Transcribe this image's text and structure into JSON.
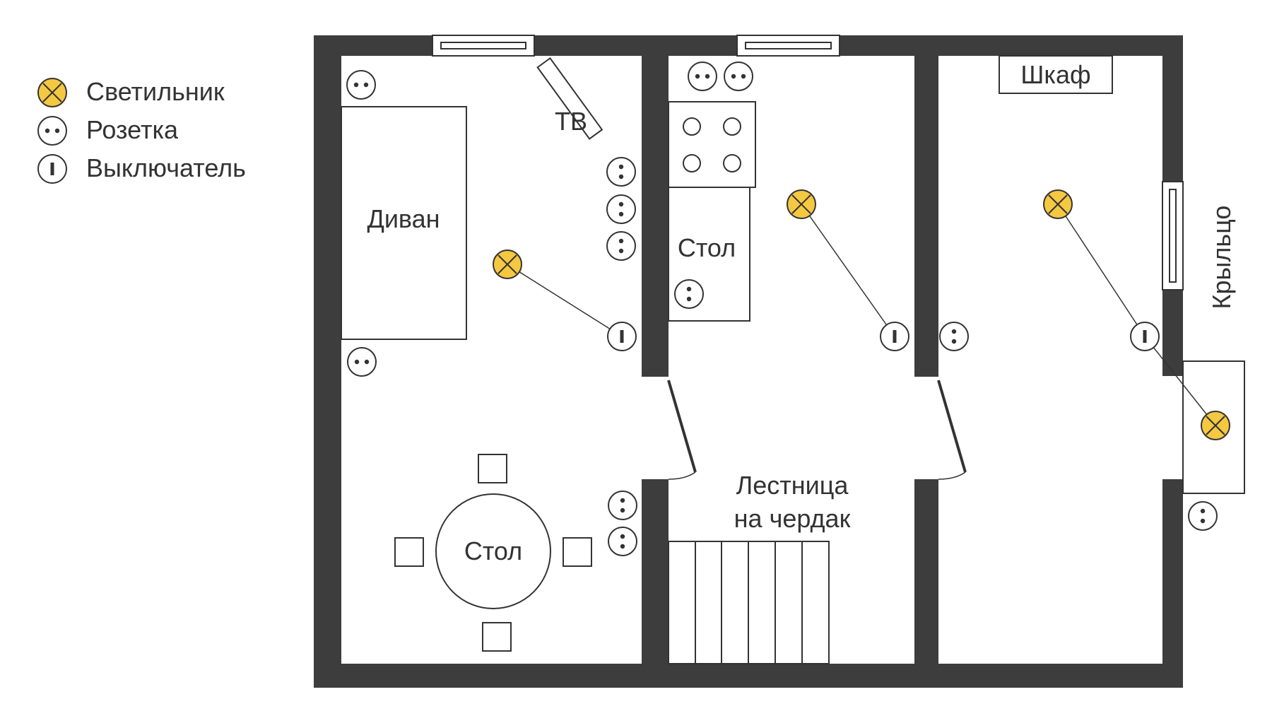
{
  "legend": {
    "lamp": "Светильник",
    "socket": "Розетка",
    "switch": "Выключатель"
  },
  "labels": {
    "sofa": "Диван",
    "tv": "ТВ",
    "kitchen_table": "Стол",
    "dining_table": "Стол",
    "wardrobe": "Шкаф",
    "stairs_line1": "Лестница",
    "stairs_line2": "на чердак",
    "porch": "Крыльцо"
  },
  "colors": {
    "wall": "#3d3d3d",
    "lamp_fill": "#f5c842",
    "line": "#333333",
    "background": "#ffffff"
  },
  "icons": {
    "lamp": "lamp-icon",
    "socket": "socket-icon",
    "switch": "switch-icon"
  }
}
